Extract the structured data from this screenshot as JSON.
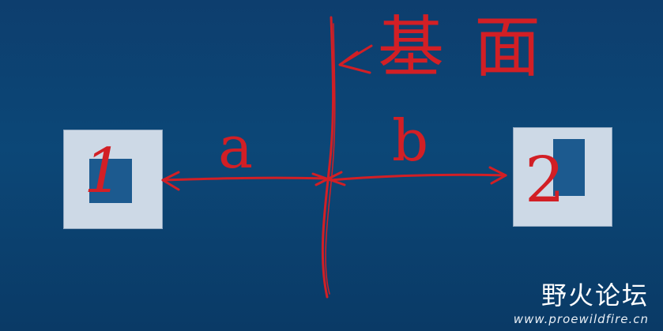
{
  "diagram": {
    "box_left_label": "1",
    "box_right_label": "2",
    "dim_left_label": "a",
    "dim_right_label": "b",
    "datum_label": "基面"
  },
  "watermark": {
    "title": "野火论坛",
    "url": "www.proewildfire.cn"
  },
  "colors": {
    "background": "#0c4777",
    "ink": "#d21f25",
    "box": "#cdd9e6"
  }
}
